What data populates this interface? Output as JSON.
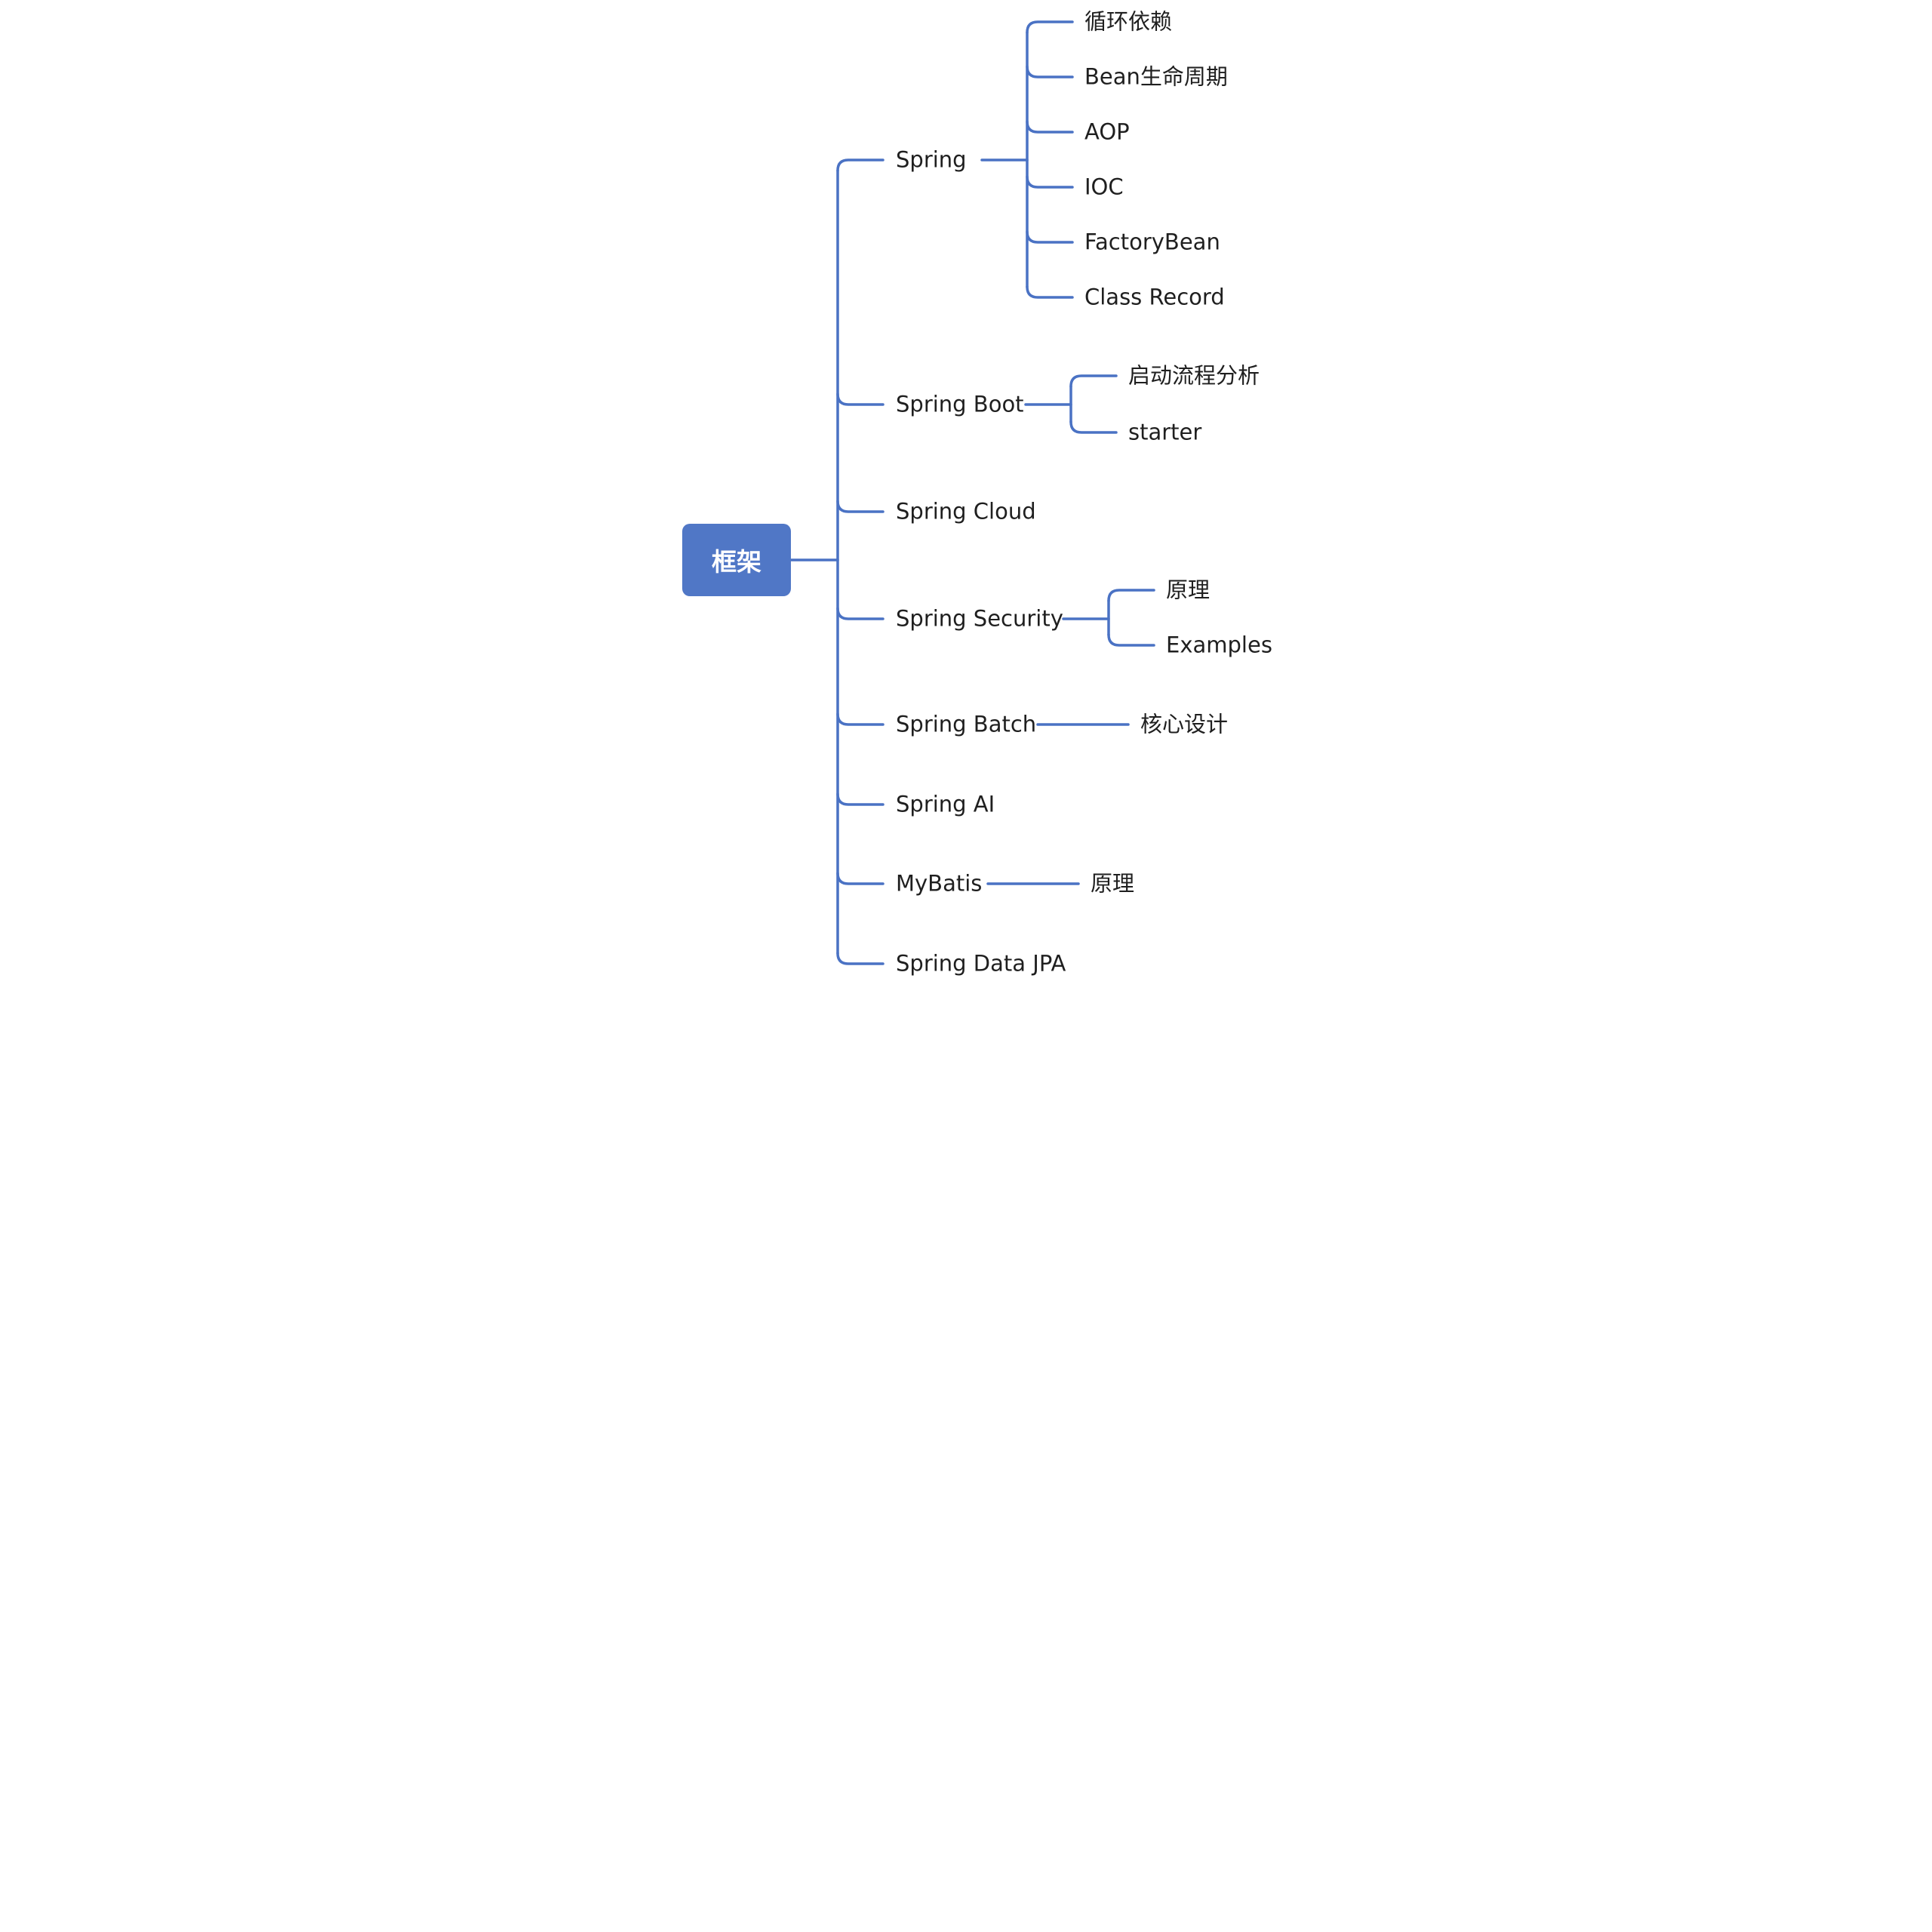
{
  "diagram": {
    "type": "mindmap",
    "line_color": "#4a72c4",
    "root": {
      "label": "框架",
      "fill_color": "#5077c6",
      "children": [
        {
          "label": "Spring",
          "children": [
            {
              "label": "循环依赖"
            },
            {
              "label": "Bean生命周期"
            },
            {
              "label": "AOP"
            },
            {
              "label": "IOC"
            },
            {
              "label": "FactoryBean"
            },
            {
              "label": "Class Record"
            }
          ]
        },
        {
          "label": "Spring Boot",
          "children": [
            {
              "label": "启动流程分析"
            },
            {
              "label": "starter"
            }
          ]
        },
        {
          "label": "Spring Cloud",
          "children": []
        },
        {
          "label": "Spring Security",
          "children": [
            {
              "label": "原理"
            },
            {
              "label": "Examples"
            }
          ]
        },
        {
          "label": "Spring Batch",
          "children": [
            {
              "label": "核心设计"
            }
          ]
        },
        {
          "label": "Spring AI",
          "children": []
        },
        {
          "label": "MyBatis",
          "children": [
            {
              "label": "原理"
            }
          ]
        },
        {
          "label": "Spring Data JPA",
          "children": []
        }
      ]
    }
  }
}
